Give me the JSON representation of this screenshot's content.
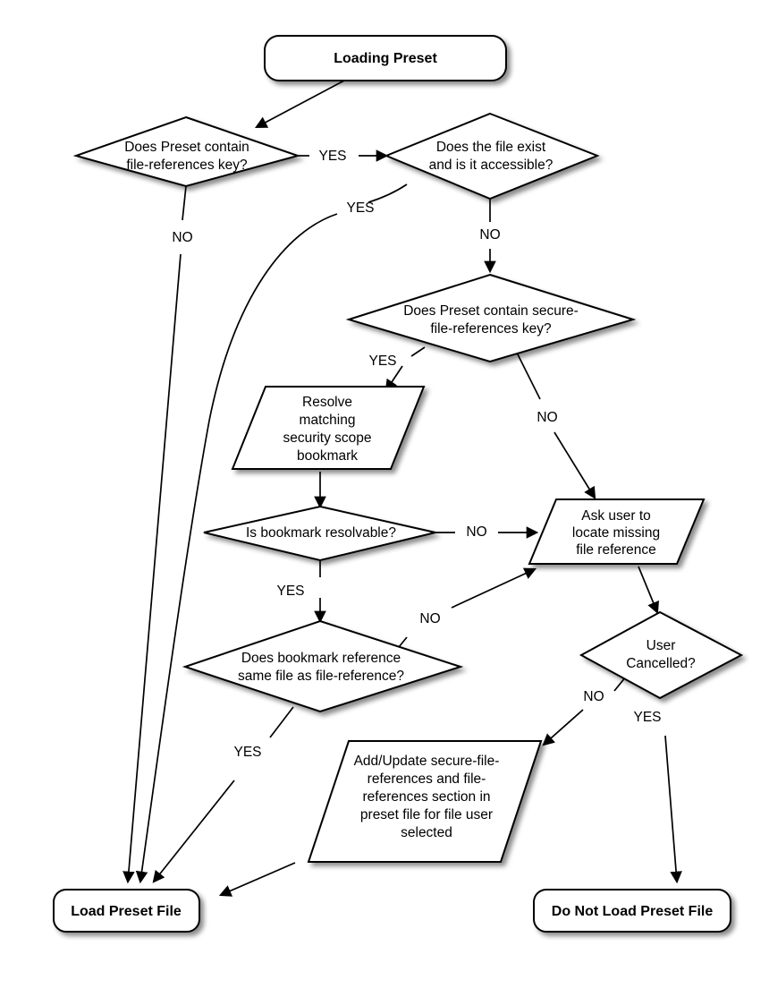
{
  "diagram": {
    "title": "Loading Preset",
    "type": "flowchart",
    "background_color": "#ffffff",
    "line_color": "#000000",
    "shape_fill_color": "#ffffff",
    "nodes": [
      {
        "id": "start",
        "shape": "terminator",
        "text": "Loading Preset"
      },
      {
        "id": "has_file_refs",
        "shape": "decision",
        "line1": "Does Preset contain",
        "line2": "file-references key?"
      },
      {
        "id": "file_exists",
        "shape": "decision",
        "line1": "Does the file exist",
        "line2": "and is it accessible?"
      },
      {
        "id": "has_secure_refs",
        "shape": "decision",
        "line1": "Does Preset contain secure-",
        "line2": "file-references key?"
      },
      {
        "id": "resolve_bookmark",
        "shape": "process-io",
        "line1": "Resolve",
        "line2": "matching",
        "line3": "security scope",
        "line4": "bookmark"
      },
      {
        "id": "bookmark_resolvable",
        "shape": "decision",
        "line1": "Is bookmark resolvable?"
      },
      {
        "id": "ask_user",
        "shape": "process-io",
        "line1": "Ask user to",
        "line2": "locate missing",
        "line3": "file reference"
      },
      {
        "id": "same_file",
        "shape": "decision",
        "line1": "Does bookmark reference",
        "line2": "same file as file-reference?"
      },
      {
        "id": "user_cancelled",
        "shape": "decision",
        "line1": "User",
        "line2": "Cancelled?"
      },
      {
        "id": "add_update",
        "shape": "process-io",
        "line1": "Add/Update secure-file-",
        "line2": "references and file-",
        "line3": "references section in",
        "line4": "preset file for file user",
        "line5": "selected"
      },
      {
        "id": "load_preset",
        "shape": "terminator",
        "text": "Load Preset File"
      },
      {
        "id": "do_not_load",
        "shape": "terminator",
        "text": "Do Not Load Preset File"
      }
    ],
    "edges": [
      {
        "from": "start",
        "to": "has_file_refs",
        "label": ""
      },
      {
        "from": "has_file_refs",
        "to": "file_exists",
        "label": "YES"
      },
      {
        "from": "has_file_refs",
        "to": "load_preset",
        "label": "NO"
      },
      {
        "from": "file_exists",
        "to": "load_preset",
        "label": "YES"
      },
      {
        "from": "file_exists",
        "to": "has_secure_refs",
        "label": "NO"
      },
      {
        "from": "has_secure_refs",
        "to": "resolve_bookmark",
        "label": "YES"
      },
      {
        "from": "has_secure_refs",
        "to": "ask_user",
        "label": "NO"
      },
      {
        "from": "resolve_bookmark",
        "to": "bookmark_resolvable",
        "label": ""
      },
      {
        "from": "bookmark_resolvable",
        "to": "ask_user",
        "label": "NO"
      },
      {
        "from": "bookmark_resolvable",
        "to": "same_file",
        "label": "YES"
      },
      {
        "from": "same_file",
        "to": "ask_user",
        "label": "NO"
      },
      {
        "from": "same_file",
        "to": "load_preset",
        "label": "YES"
      },
      {
        "from": "ask_user",
        "to": "user_cancelled",
        "label": ""
      },
      {
        "from": "user_cancelled",
        "to": "add_update",
        "label": "NO"
      },
      {
        "from": "user_cancelled",
        "to": "do_not_load",
        "label": "YES"
      },
      {
        "from": "add_update",
        "to": "load_preset",
        "label": ""
      }
    ],
    "edge_labels": {
      "yes": "YES",
      "no": "NO"
    }
  }
}
